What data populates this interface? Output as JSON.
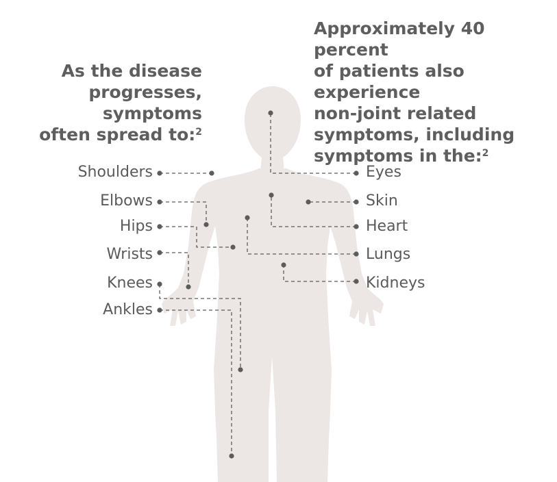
{
  "left_heading": {
    "text": "As the disease\nprogresses, symptoms\noften spread to:",
    "ref": "2"
  },
  "right_heading": {
    "text": "Approximately 40 percent\nof patients also experience\nnon-joint related\nsymptoms, including\nsymptoms in the:",
    "ref": "2"
  },
  "left_labels": [
    "Shoulders",
    "Elbows",
    "Hips",
    "Wrists",
    "Knees",
    "Ankles"
  ],
  "right_labels": [
    "Eyes",
    "Skin",
    "Heart",
    "Lungs",
    "Kidneys"
  ],
  "colors": {
    "body": "#ece6e4",
    "line": "#5c5c5c",
    "text": "#5a5a5a"
  }
}
